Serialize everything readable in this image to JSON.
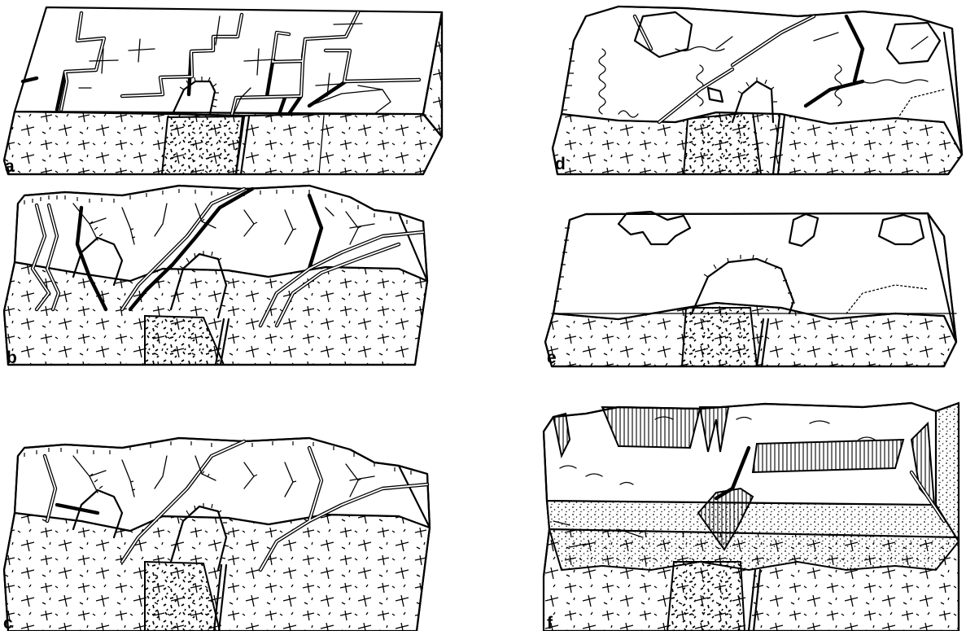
{
  "figure": {
    "panels": [
      {
        "id": "a",
        "label": "a"
      },
      {
        "id": "b",
        "label": "b"
      },
      {
        "id": "c",
        "label": "c"
      },
      {
        "id": "d",
        "label": "d"
      },
      {
        "id": "e",
        "label": "e"
      },
      {
        "id": "f",
        "label": "f"
      }
    ]
  },
  "colors": {
    "ink": "#000000",
    "paper": "#ffffff"
  }
}
